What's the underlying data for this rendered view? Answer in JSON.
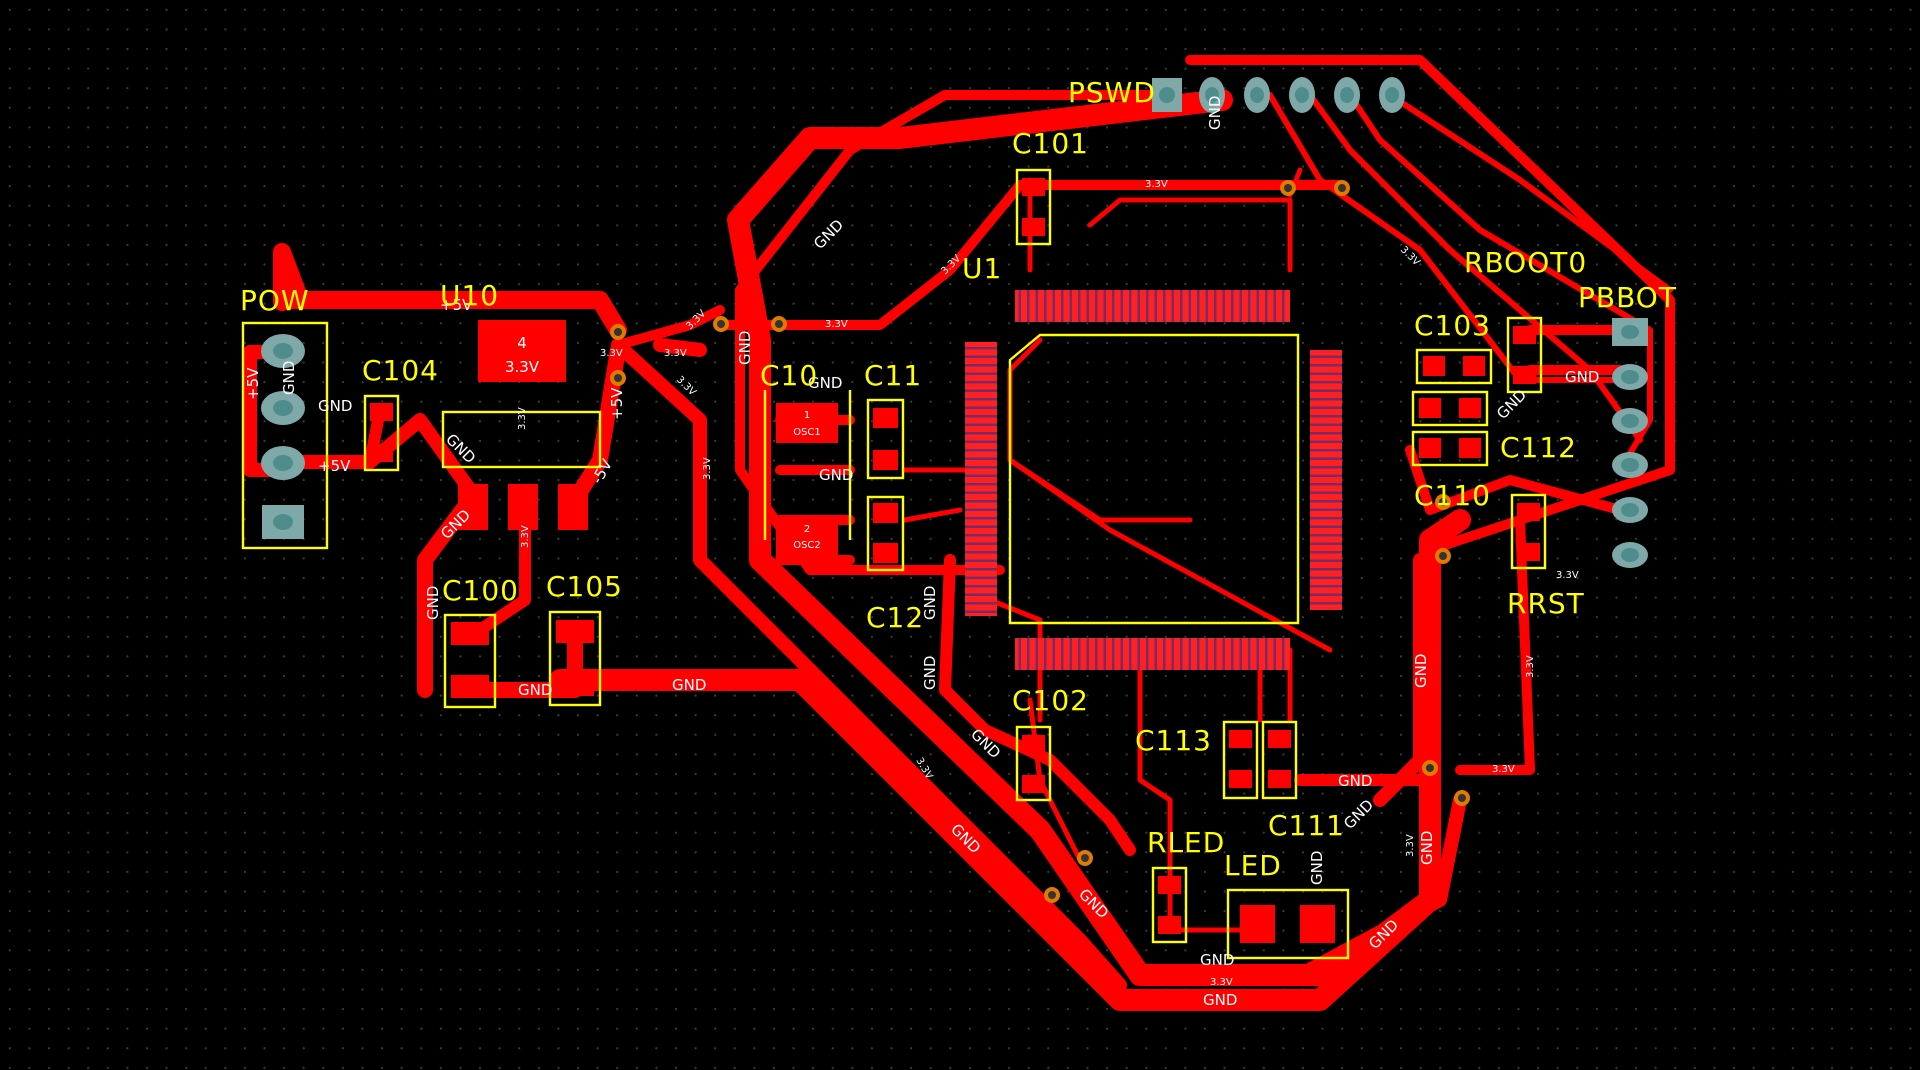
{
  "designators": {
    "pow": "POW",
    "u10": "U10",
    "c104": "C104",
    "c100": "C100",
    "c105": "C105",
    "c101": "C101",
    "u1": "U1",
    "c10": "C10",
    "c11": "C11",
    "c12": "C12",
    "c102": "C102",
    "c113": "C113",
    "c111": "C111",
    "rled": "RLED",
    "led": "LED",
    "c103": "C103",
    "c112": "C112",
    "c110": "C110",
    "rboot0": "RBOOT0",
    "pbbot": "PBBOT",
    "rrst": "RRST",
    "pswd": "PSWD"
  },
  "nets": {
    "gnd": "GND",
    "v33": "3.3V",
    "v5": "+5V",
    "neg5": "-5V"
  },
  "regulator": {
    "tab_pin": "4",
    "tab_value": "3.3V"
  },
  "oscillator": {
    "osc1": "OSC1",
    "osc2": "OSC2",
    "pin1": "1",
    "pin2": "2"
  },
  "colors": {
    "copper": "#ff0000",
    "silkscreen": "#ffff00",
    "pad": "#5a8c8c",
    "via": "#e07a00",
    "net_label": "#ffffff",
    "background": "#000000"
  }
}
